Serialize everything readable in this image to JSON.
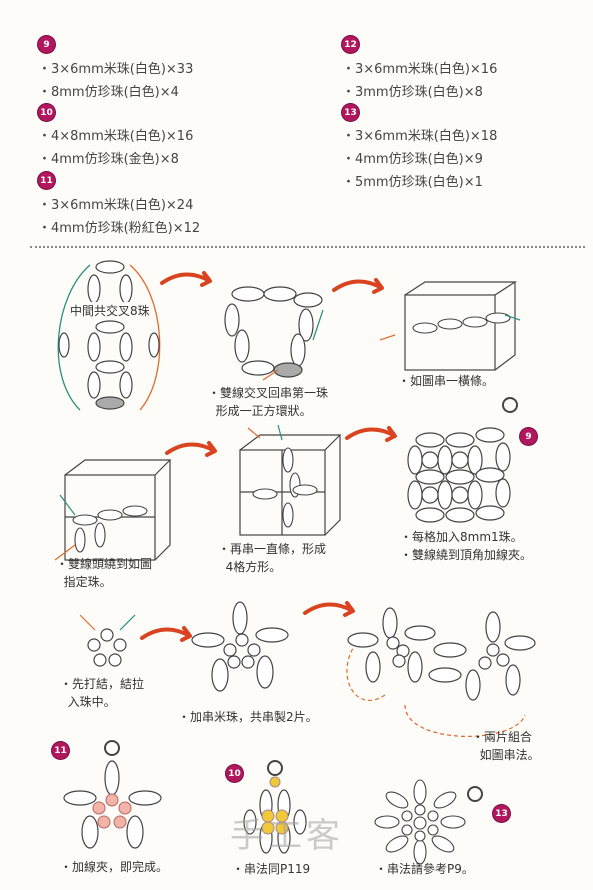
{
  "materials": [
    {
      "id": "9",
      "lines": [
        "・3×6mm米珠(白色)×33",
        "・8mm仿珍珠(白色)×4"
      ]
    },
    {
      "id": "10",
      "lines": [
        "・4×8mm米珠(白色)×16",
        "・4mm仿珍珠(金色)×8"
      ]
    },
    {
      "id": "11",
      "lines": [
        "・3×6mm米珠(白色)×24",
        "・4mm仿珍珠(粉紅色)×12"
      ]
    },
    {
      "id": "12",
      "lines": [
        "・3×6mm米珠(白色)×16",
        "・3mm仿珍珠(白色)×8"
      ]
    },
    {
      "id": "13",
      "lines": [
        "・3×6mm米珠(白色)×18",
        "・4mm仿珍珠(白色)×9",
        "・5mm仿珍珠(白色)×1"
      ]
    }
  ],
  "steps": {
    "s1_label": "中間共交叉8珠",
    "s2": "・雙線交叉回串第一珠\n  形成一正方環狀。",
    "s3": "・如圖串一橫條。",
    "s4": "・雙線頭繞到如圖\n  指定珠。",
    "s5": "・再串一直條，形成\n  4格方形。",
    "s6": "・每格加入8mm1珠。\n・雙線繞到頂角加線夾。",
    "s7": "・先打結，結拉\n  入珠中。",
    "s8": "・加串米珠，共串製2片。",
    "s9": "・兩片組合\n  如圖串法。",
    "s10": "・加線夾，即完成。",
    "s11": "・串法同P119",
    "s12": "・串法請參考P9。"
  },
  "step_badges": {
    "b9": "9",
    "b11": "11",
    "b10": "10",
    "b13": "13"
  },
  "watermark": "手工客",
  "colors": {
    "badge": "#b0175f",
    "arrow": "#d9431f",
    "thread_teal": "#2b8f7a",
    "thread_orange": "#e06a2a",
    "pearl_pink": "#f2b3a8",
    "pearl_gold": "#f0c93a"
  }
}
